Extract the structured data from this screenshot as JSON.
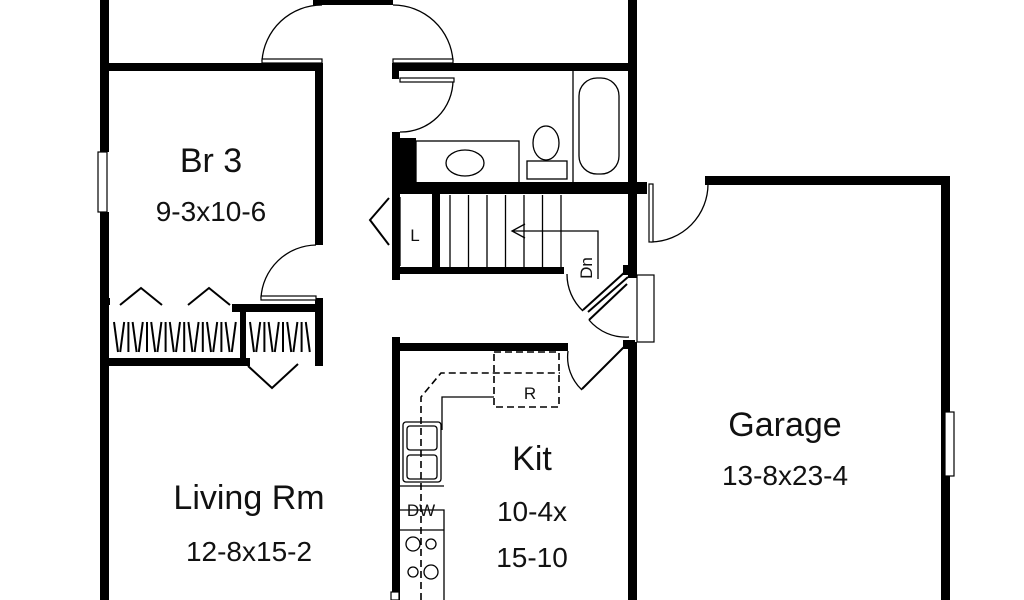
{
  "plan": {
    "rooms": [
      {
        "id": "br3",
        "name": "Br 3",
        "dimensions": "9-3x10-6"
      },
      {
        "id": "living",
        "name": "Living Rm",
        "dimensions": "12-8x15-2"
      },
      {
        "id": "kitchen",
        "name": "Kit",
        "dimensions_line1": "10-4x",
        "dimensions_line2": "15-10"
      },
      {
        "id": "garage",
        "name": "Garage",
        "dimensions": "13-8x23-4"
      }
    ],
    "fixtures": {
      "linen": "L",
      "stairs": "Dn",
      "refrigerator": "R",
      "dishwasher": "DW"
    }
  }
}
